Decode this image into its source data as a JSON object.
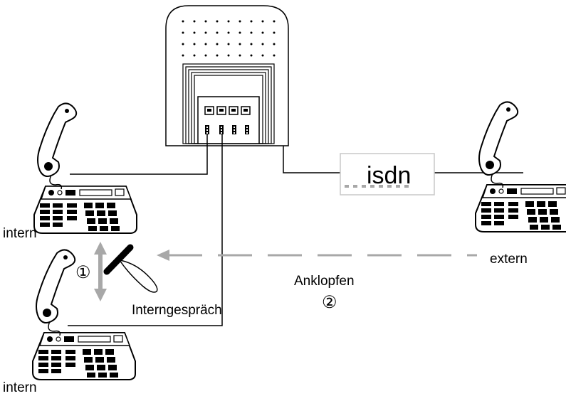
{
  "labels": {
    "intern_top": "intern",
    "intern_bottom": "intern",
    "extern": "extern",
    "isdn": "isdn",
    "anklopfen": "Anklopfen",
    "interngespraech": "Interngespräch",
    "step1": "①",
    "step2": "②"
  },
  "colors": {
    "line": "#000000",
    "arrow_gray": "#a8a8a8",
    "box_border": "#c8c8c8"
  },
  "icons": {
    "base_station": "telephone-system-icon",
    "phone": "desk-telephone-icon",
    "flash_hook": "flash-hook-icon",
    "updown_arrow": "up-down-arrow-icon"
  }
}
